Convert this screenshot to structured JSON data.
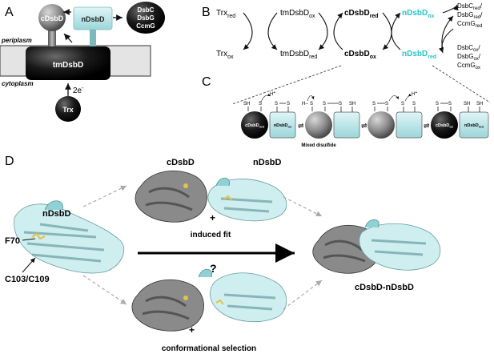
{
  "panels": {
    "a": "A",
    "b": "B",
    "c": "C",
    "d": "D"
  },
  "panel_a": {
    "cdsbd": "cDsbD",
    "ndsbd": "nDsbD",
    "partners_line1": "DsbC",
    "partners_line2": "DsbG",
    "partners_line3": "CcmG",
    "periplasm": "periplasm",
    "cytoplasm": "cytoplasm",
    "tmdsbd": "tmDsbD",
    "electrons": "2e",
    "electrons_sup": "-",
    "trx": "Trx"
  },
  "panel_b": {
    "trx_red": "Trx",
    "trx_red_sub": "red",
    "trx_ox": "Trx",
    "trx_ox_sub": "ox",
    "tm_ox": "tmDsbD",
    "tm_ox_sub": "ox",
    "tm_red": "tmDsbD",
    "tm_red_sub": "red",
    "c_red": "cDsbD",
    "c_red_sub": "red",
    "c_ox": "cDsbD",
    "c_ox_sub": "ox",
    "n_ox": "nDsbD",
    "n_ox_sub": "ox",
    "n_red": "nDsbD",
    "n_red_sub": "red",
    "p_red_1": "DsbC",
    "p_red_1_sub": "red",
    "p_red_1_end": "/",
    "p_red_2": "DsbG",
    "p_red_2_sub": "red",
    "p_red_2_end": "/",
    "p_red_3": "CcmG",
    "p_red_3_sub": "red",
    "p_ox_1": "DsbC",
    "p_ox_1_sub": "ox",
    "p_ox_1_end": "/",
    "p_ox_2": "DsbG",
    "p_ox_2_sub": "ox",
    "p_ox_2_end": "/",
    "p_ox_3": "CcmG",
    "p_ox_3_sub": "ox"
  },
  "panel_c": {
    "sh": "SH",
    "s": "S",
    "h": "H",
    "hplus": "H",
    "plus": "+",
    "c_red": "cDsbD",
    "c_red_sub": "red",
    "n_ox": "nDsbD",
    "n_ox_sub": "ox",
    "c_ox": "cDsbD",
    "c_ox_sub": "ox",
    "n_red": "nDsbD",
    "n_red_sub": "red",
    "mixed": "Mixed disulfide"
  },
  "panel_d": {
    "ndsbd": "nDsbD",
    "cdsbd_top": "cDsbD",
    "ndsbd_top": "nDsbD",
    "plus": "+",
    "induced_fit": "induced fit",
    "question": "?",
    "f70": "F70",
    "c103": "C103/C109",
    "complex": "cDsbD-nDsbD",
    "conf_sel": "conformational selection"
  },
  "colors": {
    "cyan": "#b8e6e8",
    "cyan_text": "#27c4cc",
    "dark": "#111111",
    "grey": "#8a8a8a",
    "membrane": "#e4e4e4"
  }
}
